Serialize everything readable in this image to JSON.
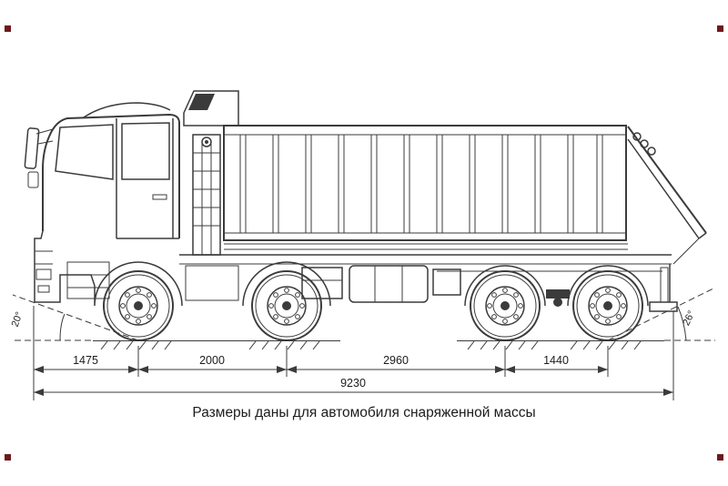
{
  "diagram": {
    "caption": "Размеры даны для автомобиля снаряженной массы",
    "dimensions": {
      "front_overhang": "1475",
      "wheelbase_1_2": "2000",
      "wheelbase_2_3": "2960",
      "wheelbase_3_4": "1440",
      "overall_length": "9230"
    },
    "angles": {
      "approach": "20°",
      "departure": "26°"
    }
  },
  "colors": {
    "line": "#3b3b3b",
    "background": "#ffffff",
    "registration_mark": "#6d1a1a"
  }
}
